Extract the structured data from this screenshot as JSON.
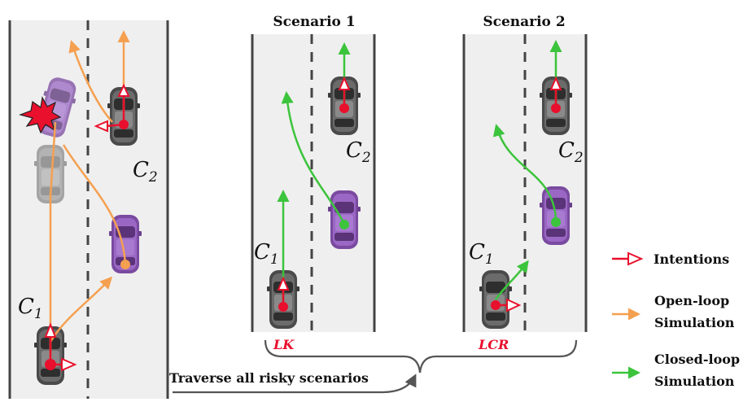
{
  "labels": {
    "car1": "C",
    "car1_sub": "1",
    "car2": "C",
    "car2_sub": "2"
  },
  "scenarios": [
    {
      "title": "Scenario 1",
      "action": "LK"
    },
    {
      "title": "Scenario 2",
      "action": "LCR"
    }
  ],
  "traverse_text": "Traverse all risky scenarios",
  "legend": {
    "intentions": "Intentions",
    "open_loop_1": "Open-loop",
    "open_loop_2": "Simulation",
    "closed_loop_1": "Closed-loop",
    "closed_loop_2": "Simulation"
  },
  "colors": {
    "road": "#efefef",
    "lane_line": "#444444",
    "intention": "#e8102c",
    "open_loop": "#f5a050",
    "closed_loop": "#3cc43c",
    "purple_car": "#8e5cb5",
    "gray_car": "#666666",
    "action_text": "#e8102c"
  }
}
